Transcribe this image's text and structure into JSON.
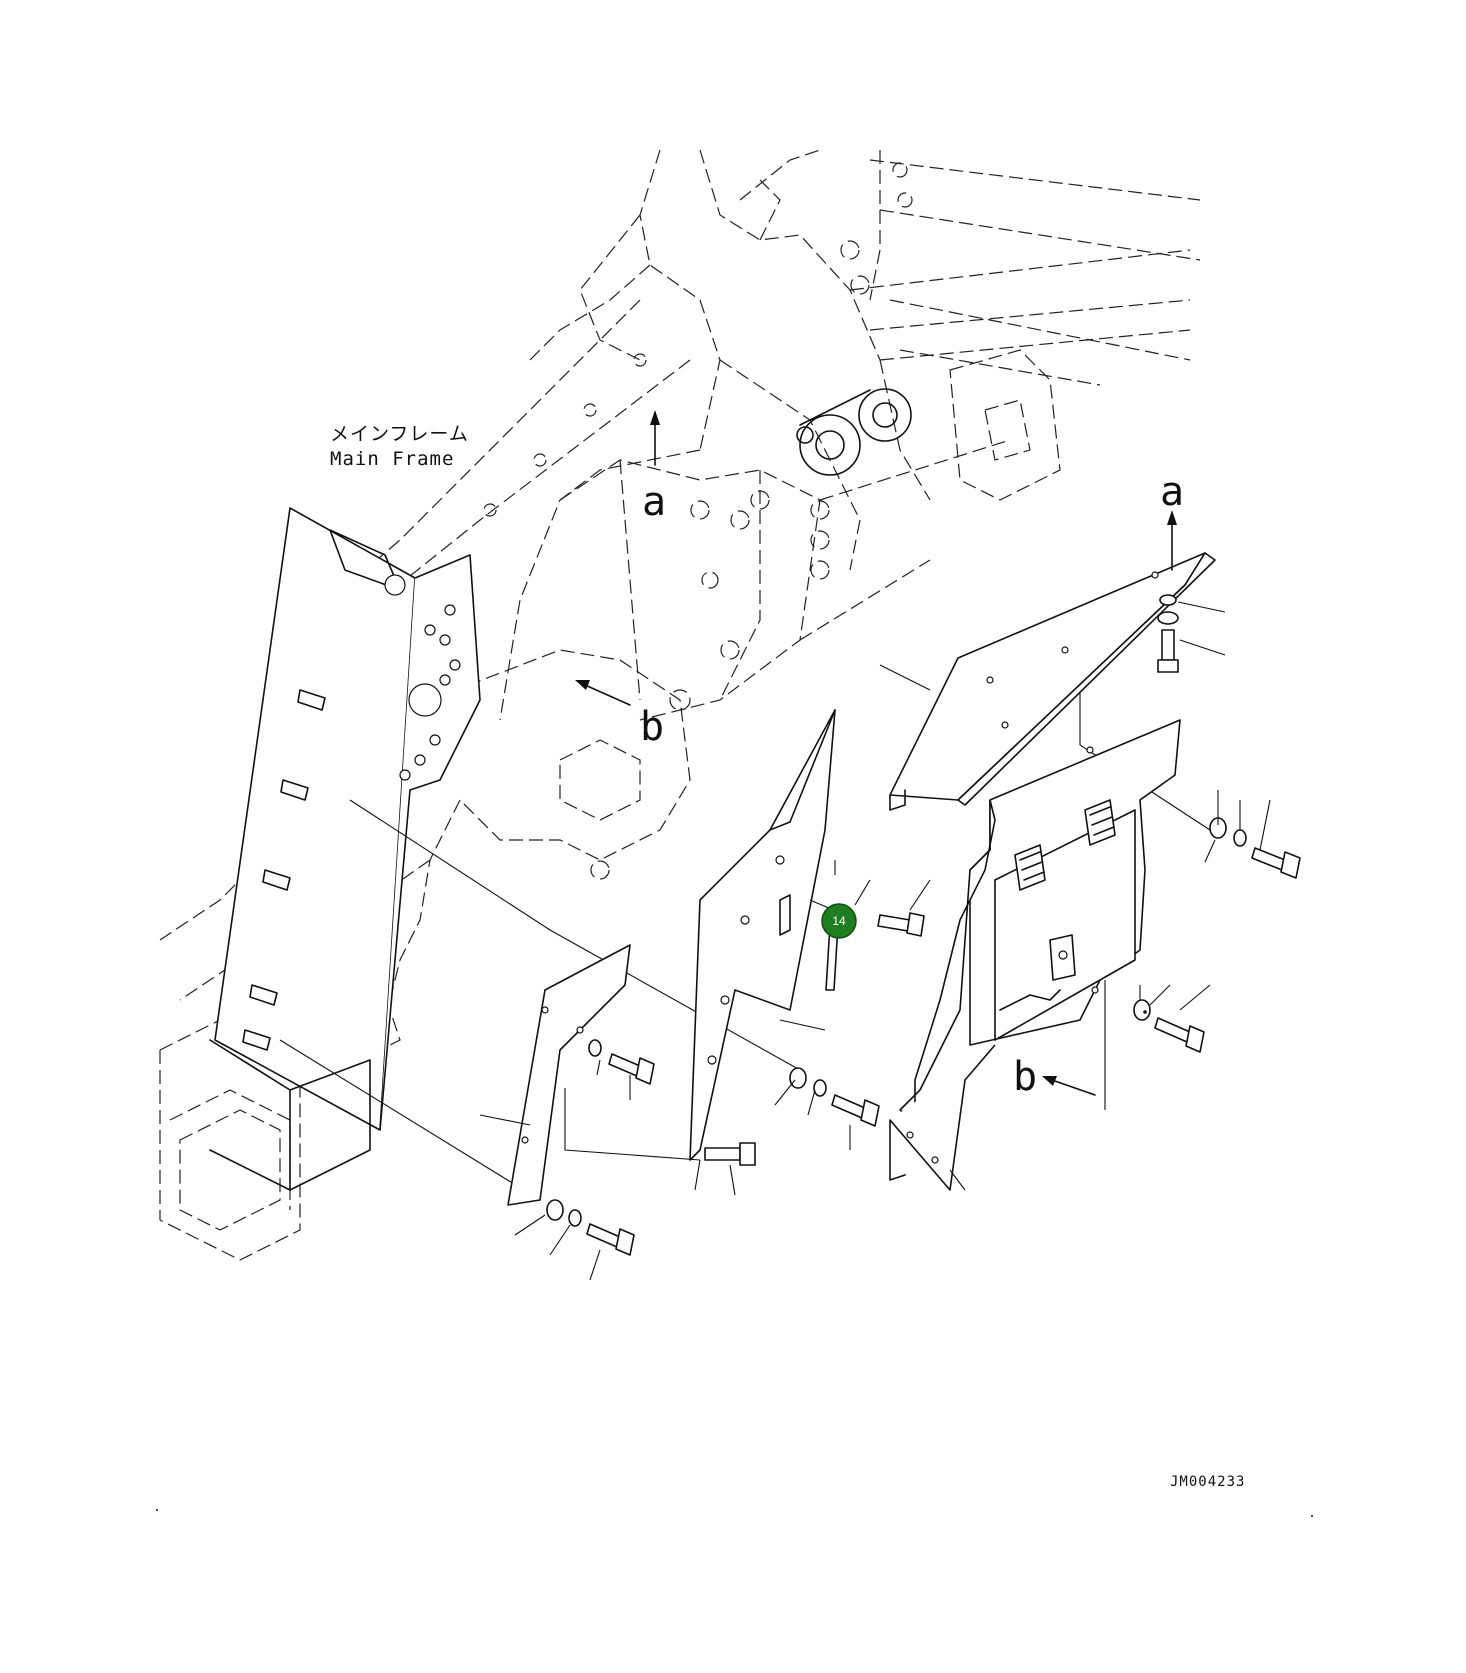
{
  "diagram": {
    "frame_label_jp": "メインフレーム",
    "frame_label_en": "Main Frame",
    "view_markers": {
      "a_upper": "a",
      "a_lower": "a",
      "b_upper": "b",
      "b_lower": "b"
    },
    "callout": {
      "number": "14",
      "color": "#1e7d1e"
    },
    "drawing_code": "JM004233"
  }
}
